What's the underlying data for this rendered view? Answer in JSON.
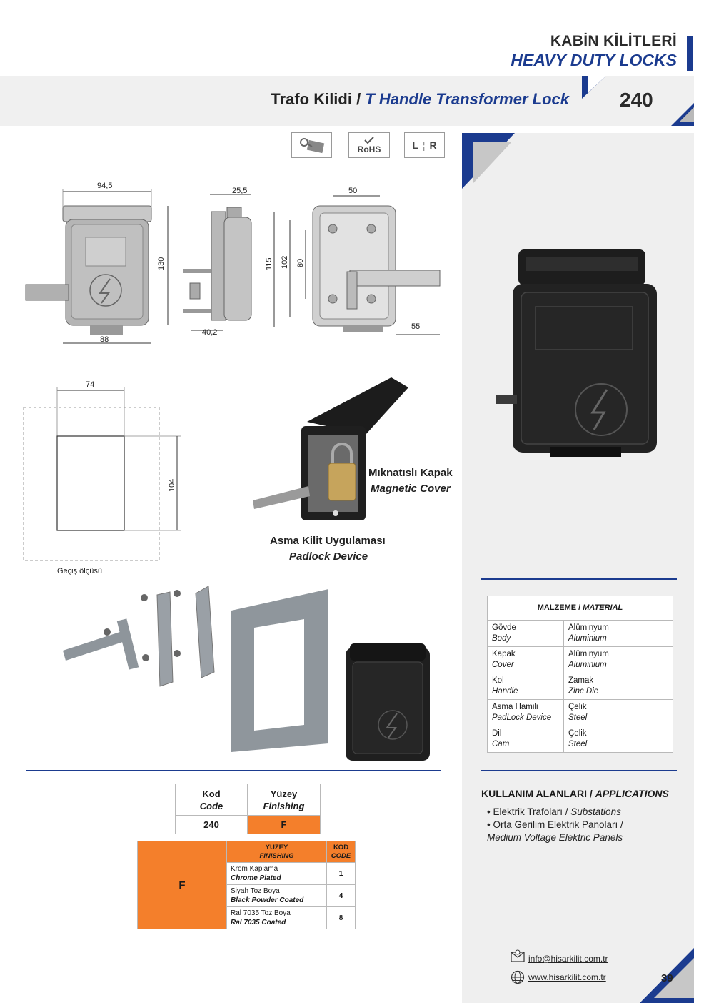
{
  "header": {
    "category_tr": "KABİN KİLİTLERİ",
    "category_en": "HEAVY DUTY LOCKS",
    "product_tr": "Trafo Kilidi /",
    "product_en": "T Handle Transformer Lock",
    "code": "240"
  },
  "icons": {
    "rohs": "RoHS",
    "left": "L",
    "right": "R"
  },
  "dimensions": {
    "front_width_top": "94,5",
    "front_width_bottom": "88",
    "front_height": "130",
    "side_top": "25,5",
    "side_bottom": "40,2",
    "back_top": "50",
    "back_h1": "115",
    "back_h2": "102",
    "back_h3": "80",
    "back_handle": "55",
    "cutout_width": "74",
    "cutout_height": "104",
    "cutout_caption": "Geçiş ölçüsü"
  },
  "captions": {
    "magnetic_tr": "Mıknatıslı Kapak",
    "magnetic_en": "Magnetic Cover",
    "padlock_tr": "Asma Kilit Uygulaması",
    "padlock_en": "Padlock Device"
  },
  "material": {
    "header_tr": "MALZEME /",
    "header_en": "MATERIAL",
    "rows": [
      {
        "part_tr": "Gövde",
        "part_en": "Body",
        "mat_tr": "Alüminyum",
        "mat_en": "Aluminium"
      },
      {
        "part_tr": "Kapak",
        "part_en": "Cover",
        "mat_tr": "Alüminyum",
        "mat_en": "Aluminium"
      },
      {
        "part_tr": "Kol",
        "part_en": "Handle",
        "mat_tr": "Zamak",
        "mat_en": "Zinc Die"
      },
      {
        "part_tr": "Asma Hamili",
        "part_en": "PadLock Device",
        "mat_tr": "Çelik",
        "mat_en": "Steel"
      },
      {
        "part_tr": "Dil",
        "part_en": "Cam",
        "mat_tr": "Çelik",
        "mat_en": "Steel"
      }
    ]
  },
  "applications": {
    "header_tr": "KULLANIM ALANLARI /",
    "header_en": "APPLICATIONS",
    "item1_tr": "• Elektrik Trafoları /",
    "item1_en": "Substations",
    "item2_tr": "• Orta Gerilim Elektrik Panoları /",
    "item2_en": "Medium Voltage Elektric Panels"
  },
  "code_table": {
    "col1_tr": "Kod",
    "col1_en": "Code",
    "col2_tr": "Yüzey",
    "col2_en": "Finishing",
    "code": "240",
    "finish": "F"
  },
  "finish_table": {
    "label": "F",
    "head_surface_tr": "YÜZEY",
    "head_surface_en": "FINISHING",
    "head_code_tr": "KOD",
    "head_code_en": "CODE",
    "rows": [
      {
        "tr": "Krom Kaplama",
        "en": "Chrome Plated",
        "code": "1"
      },
      {
        "tr": "Siyah Toz Boya",
        "en": "Black Powder Coated",
        "code": "4"
      },
      {
        "tr": "Ral 7035 Toz Boya",
        "en": "Ral 7035 Coated",
        "code": "8"
      }
    ]
  },
  "footer": {
    "email": "info@hisarkilit.com.tr",
    "web": "www.hisarkilit.com.tr",
    "page": "39"
  },
  "colors": {
    "brand_blue": "#1b3b8f",
    "accent_orange": "#f47f2b",
    "band_grey": "#f0f0f0"
  }
}
